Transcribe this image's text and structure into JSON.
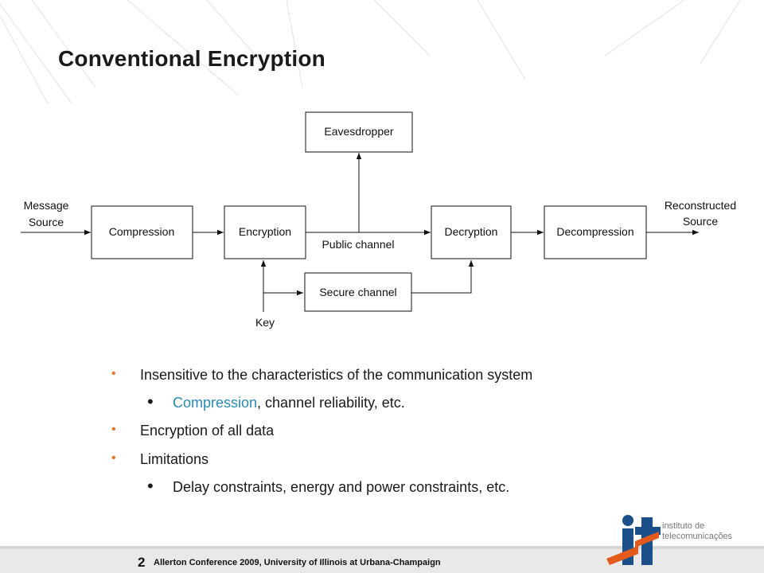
{
  "slide": {
    "title": "Conventional Encryption"
  },
  "diagram": {
    "input_label_line1": "Message",
    "input_label_line2": "Source",
    "output_label_line1": "Reconstructed",
    "output_label_line2": "Source",
    "blocks": {
      "compression": "Compression",
      "encryption": "Encryption",
      "eavesdropper": "Eavesdropper",
      "decryption": "Decryption",
      "decompression": "Decompression",
      "secure_channel": "Secure channel"
    },
    "public_channel_label": "Public channel",
    "key_label": "Key"
  },
  "bullets": [
    {
      "text": "Insensitive to the characteristics of the communication system",
      "sub": [
        {
          "highlight": "Compression",
          "rest": ", channel reliability, etc."
        }
      ]
    },
    {
      "text": "Encryption of all data",
      "sub": []
    },
    {
      "text": "Limitations",
      "sub": [
        {
          "highlight": "",
          "rest": "Delay constraints, energy and power constraints,  etc."
        }
      ]
    }
  ],
  "footer": {
    "page_number": "2",
    "text": "Allerton Conference 2009, University of Illinois at Urbana-Champaign"
  },
  "logo": {
    "line1": "instituto de",
    "line2": "telecomunicações"
  },
  "colors": {
    "bullet_accent": "#e8731a",
    "highlight": "#2a8ab0",
    "logo_blue": "#1b4f8a",
    "logo_orange": "#e25a1c"
  }
}
